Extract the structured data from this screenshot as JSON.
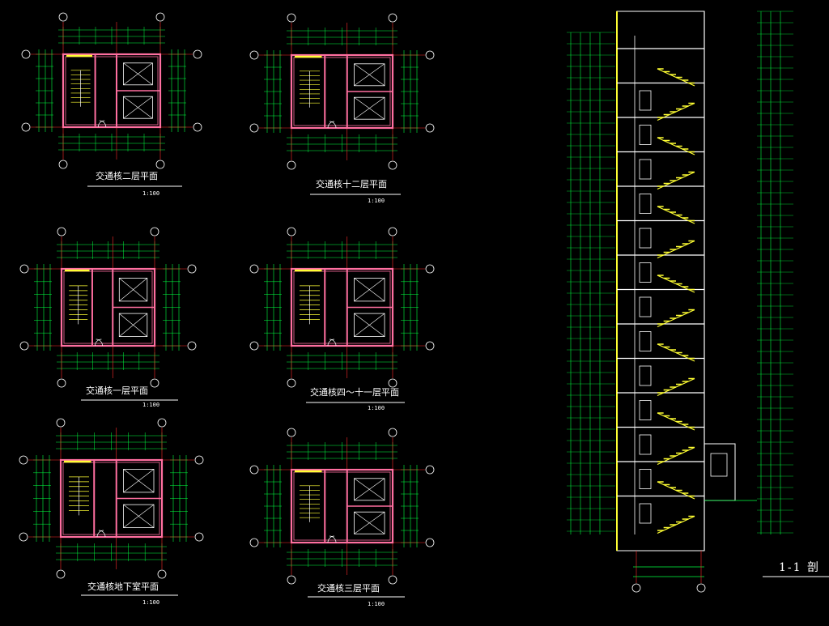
{
  "plans": [
    {
      "id": "p1",
      "title": "交通核二层平面",
      "scale": "1:100"
    },
    {
      "id": "p2",
      "title": "交通核十二层平面",
      "scale": "1:100"
    },
    {
      "id": "p3",
      "title": "交通核一层平面",
      "scale": "1:100"
    },
    {
      "id": "p4",
      "title": "交通核四～十一层平面",
      "scale": "1:100"
    },
    {
      "id": "p5",
      "title": "交通核地下室平面",
      "scale": "1:100"
    },
    {
      "id": "p6",
      "title": "交通核三层平面",
      "scale": "1:100"
    }
  ],
  "section": {
    "title": "1-1 剖"
  },
  "colors": {
    "background": "#000000",
    "wall": "#ff6fa0",
    "dim": "#00ff40",
    "stair": "#ffff33",
    "text": "#ffffff",
    "grid": "#ff2a2a"
  }
}
